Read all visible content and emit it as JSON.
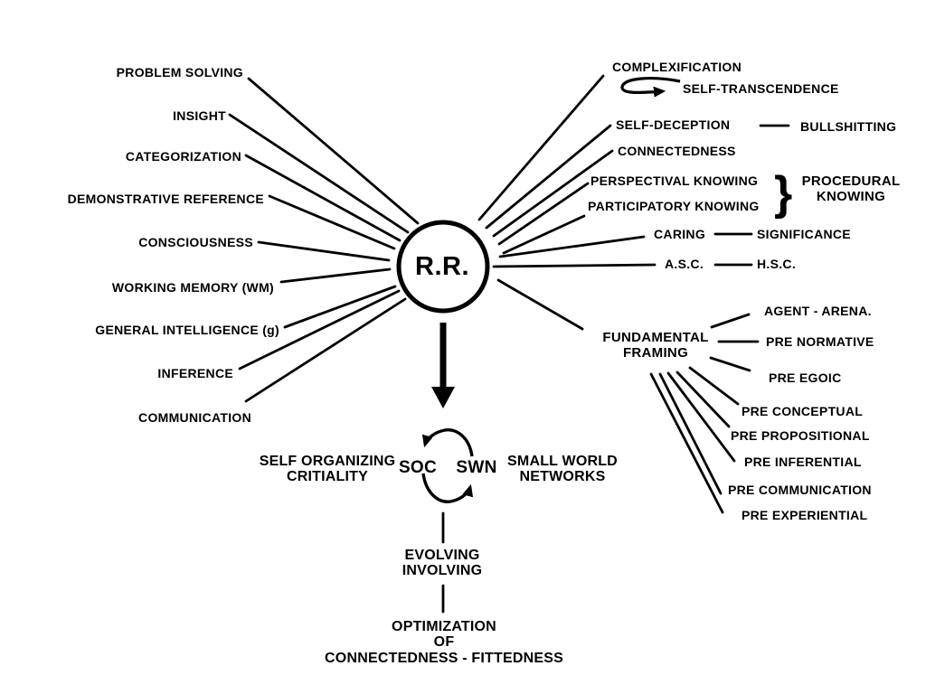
{
  "center_label": "R.R.",
  "left": [
    "PROBLEM SOLVING",
    "INSIGHT",
    "CATEGORIZATION",
    "DEMONSTRATIVE REFERENCE",
    "CONSCIOUSNESS",
    "WORKING MEMORY (WM)",
    "GENERAL INTELLIGENCE (g)",
    "INFERENCE",
    "COMMUNICATION"
  ],
  "right": {
    "complexification": "COMPLEXIFICATION",
    "self_transcendence": "SELF-TRANSCENDENCE",
    "self_deception": "SELF-DECEPTION",
    "bullshitting": "BULLSHITTING",
    "connectedness": "CONNECTEDNESS",
    "perspectival": "PERSPECTIVAL KNOWING",
    "participatory": "PARTICIPATORY KNOWING",
    "brace": "}",
    "procedural": "PROCEDURAL\nKNOWING",
    "caring": "CARING",
    "significance": "SIGNIFICANCE",
    "asc": "A.S.C.",
    "hsc": "H.S.C."
  },
  "framing": {
    "label": "FUNDAMENTAL\nFRAMING",
    "children": [
      "AGENT - ARENA.",
      "PRE NORMATIVE",
      "PRE EGOIC",
      "PRE CONCEPTUAL",
      "PRE PROPOSITIONAL",
      "PRE INFERENTIAL",
      "PRE COMMUNICATION",
      "PRE EXPERIENTIAL"
    ]
  },
  "bottom": {
    "soc_label": "SELF ORGANIZING\nCRITIALITY",
    "soc_abbr": "SOC",
    "swn_abbr": "SWN",
    "swn_label": "SMALL WORLD\nNETWORKS",
    "evolving": "EVOLVING\nINVOLVING",
    "optimization": "OPTIMIZATION\nOF\nCONNECTEDNESS - FITTEDNESS"
  },
  "colors": {
    "ink": "#000000",
    "background": "#ffffff"
  }
}
